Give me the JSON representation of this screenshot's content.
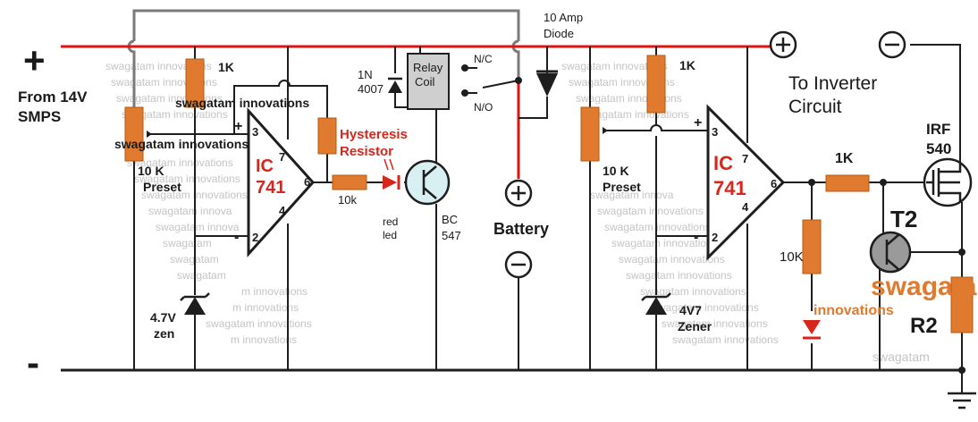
{
  "labels": {
    "plus_sign": "+",
    "minus_sign": "-",
    "supply_line1": "From 14V",
    "supply_line2": "SMPS",
    "relay_line1": "Relay",
    "relay_line2": "Coil",
    "diode1_line1": "1N",
    "diode1_line2": "4007",
    "contact_nc": "N/C",
    "contact_no": "N/O",
    "diode2_line1": "10 Amp",
    "diode2_line2": "Diode",
    "battery": "Battery",
    "inverter_line1": "To Inverter",
    "inverter_line2": "Circuit",
    "mosfet_line1": "IRF",
    "mosfet_line2": "540",
    "transistor_t2": "T2",
    "resistor_r2": "R2",
    "res_1k_left": "1K",
    "res_1k_right_top": "1K",
    "res_1k_gate": "1K",
    "res_10k_output": "10K",
    "res_10k_led": "10k",
    "preset_left_line1": "10 K",
    "preset_left_line2": "Preset",
    "preset_right_line1": "10 K",
    "preset_right_line2": "Preset",
    "ic_prefix": "IC",
    "ic_number": "741",
    "hysteresis_line1": "Hysteresis",
    "hysteresis_line2": "Resistor",
    "led_line1": "red",
    "led_line2": "led",
    "bc_line1": "BC",
    "bc_line2": "547",
    "zener_left_line1": "4.7V",
    "zener_left_line2": "zen",
    "zener_right_line1": "4V7",
    "zener_right_line2": "Zener",
    "pin_3": "3",
    "pin_2": "2",
    "pin_7": "7",
    "pin_4": "4",
    "pin_6": "6",
    "wm_brand_overlay": "swagatam",
    "wm_innovations_overlay": "innovations"
  },
  "watermark": {
    "text_full": "swagatam innovations",
    "text_short": "swagatam innova",
    "text_tail": "m innovations",
    "text_brand": "swagatam"
  },
  "colors": {
    "positive_rail": "#e0140c",
    "ground_rail": "#1e1e1e",
    "loop_wire": "#7a7a7a",
    "resistor": "#e07a2e",
    "label_red": "#d8261c",
    "transistor": "#1e1e1e"
  }
}
